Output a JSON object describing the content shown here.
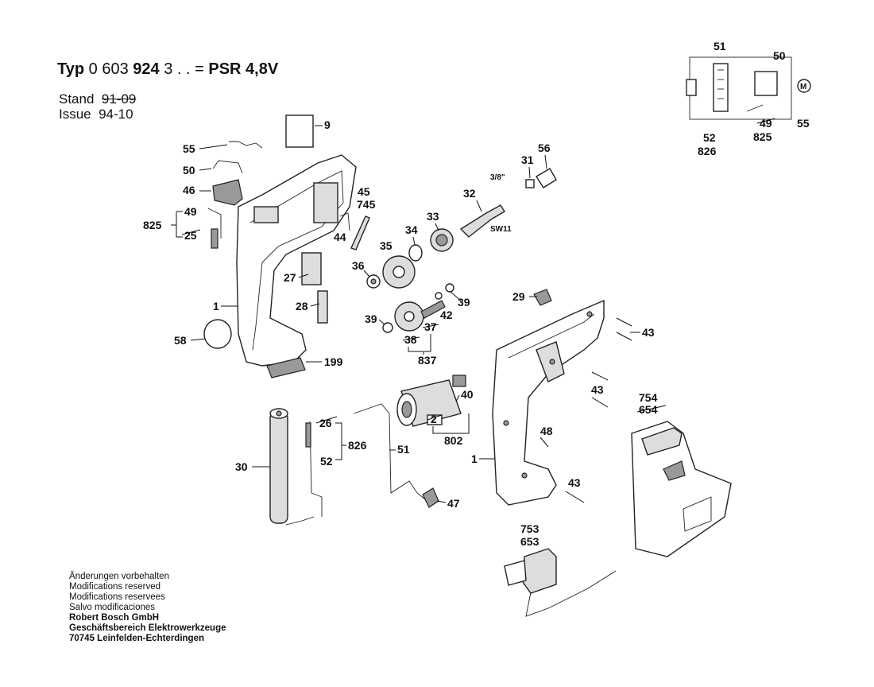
{
  "header": {
    "typ_prefix": "Typ",
    "typ_number_a": "0 603",
    "typ_number_b": "924",
    "typ_suffix": "3 . . =",
    "model": "PSR 4,8V"
  },
  "stand": {
    "stand_label": "Stand",
    "stand_value": "91-09",
    "issue_label": "Issue",
    "issue_value": "94-10"
  },
  "footer": {
    "lines": [
      "Änderungen vorbehalten",
      "Modifications reserved",
      "Modifications reservees",
      "Salvo modificaciones"
    ],
    "company": [
      "Robert Bosch GmbH",
      "Geschäftsbereich Elektrowerkzeuge",
      "70745 Leinfelden-Echterdingen"
    ]
  },
  "parts": {
    "p1a": "1",
    "p1b": "1",
    "p9": "9",
    "p25": "25",
    "p26": "26",
    "p27": "27",
    "p28": "28",
    "p29": "29",
    "p30": "30",
    "p31": "31",
    "p32": "32",
    "p33": "33",
    "p34": "34",
    "p35": "35",
    "p36": "36",
    "p37": "37",
    "p38": "38",
    "p39a": "39",
    "p39b": "39",
    "p40": "40",
    "p42": "42",
    "p43a": "43",
    "p43b": "43",
    "p43c": "43",
    "p44": "44",
    "p45": "45",
    "p46": "46",
    "p47": "47",
    "p48": "48",
    "p49": "49",
    "p50": "50",
    "p51": "51",
    "p52": "52",
    "p55": "55",
    "p56": "56",
    "p58": "58",
    "p199": "199",
    "p745": "745",
    "p753": "753",
    "p653": "653",
    "p754": "754",
    "p654": "654",
    "p802": "802",
    "p825": "825",
    "p826": "826",
    "p837": "837",
    "p2": "2",
    "sw": "SW11",
    "thread": "3/8\""
  },
  "schematic": {
    "l51": "51",
    "l50": "50",
    "l55": "55",
    "l52": "52",
    "l826": "826",
    "l49": "49",
    "l825": "825"
  }
}
